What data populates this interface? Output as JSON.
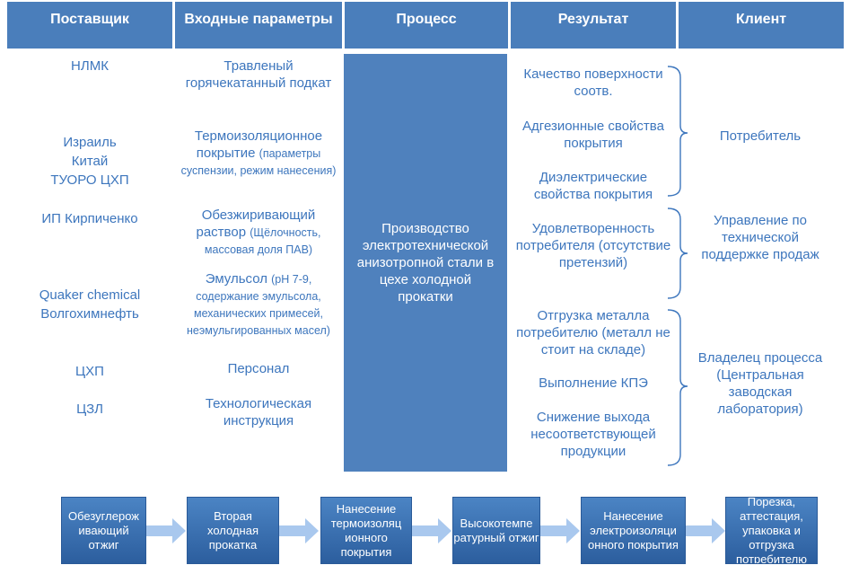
{
  "headers": {
    "supplier": "Поставщик",
    "inputs": "Входные параметры",
    "process": "Процесс",
    "result": "Результат",
    "client": "Клиент"
  },
  "suppliers": {
    "s1": "НЛМК",
    "s2_1": "Израиль",
    "s2_2": "Китай",
    "s2_3": "ТУОРО ЦХП",
    "s3": "ИП Кирпиченко",
    "s4_1": "Quaker chemical",
    "s4_2": "Волгохимнефть",
    "s5": "ЦХП",
    "s6": "ЦЗЛ"
  },
  "inputs": {
    "i1": "Травленый горячекатанный подкат",
    "i2_main": "Термоизоляционное покрытие",
    "i2_note": "(параметры суспензии, режим нанесения)",
    "i3_main": "Обезжиривающий раствор",
    "i3_note": "(Щёлочность, массовая доля ПАВ)",
    "i4_main": "Эмульсол",
    "i4_note": "(рН 7-9, содержание эмульсола, механических примесей, неэмульгированных масел)",
    "i5": "Персонал",
    "i6": "Технологическая инструкция"
  },
  "process": {
    "text": "Производство электротехнической анизотропной стали в цехе холодной прокатки"
  },
  "results": {
    "r1": "Качество поверхности соотв.",
    "r2": "Адгезионные свойства покрытия",
    "r3": "Диэлектрические свойства покрытия",
    "r4": "Удовлетворенность потребителя (отсутствие претензий)",
    "r5": "Отгрузка металла потребителю (металл не стоит на складе)",
    "r6": "Выполнение КПЭ",
    "r7": "Снижение выхода несоответствующей продукции"
  },
  "clients": {
    "c1": "Потребитель",
    "c2": "Управление по технической поддержке продаж",
    "c3": "Владелец процесса (Центральная заводская лаборатория)"
  },
  "flow": {
    "f1": "Обезуглерож ивающий отжиг",
    "f2": "Вторая холодная прокатка",
    "f3": "Нанесение термоизоляц ионного покрытия",
    "f4": "Высокотемпе ратурный отжиг",
    "f5": "Нанесение электроизоляци онного покрытия",
    "f6": "Порезка, аттестация, упаковка и отгрузка потребителю"
  },
  "colors": {
    "header_bg": "#4a7ebb",
    "text_blue": "#3d76bd",
    "process_bg": "#4f81bd",
    "arrow": "#a9c8ee"
  }
}
